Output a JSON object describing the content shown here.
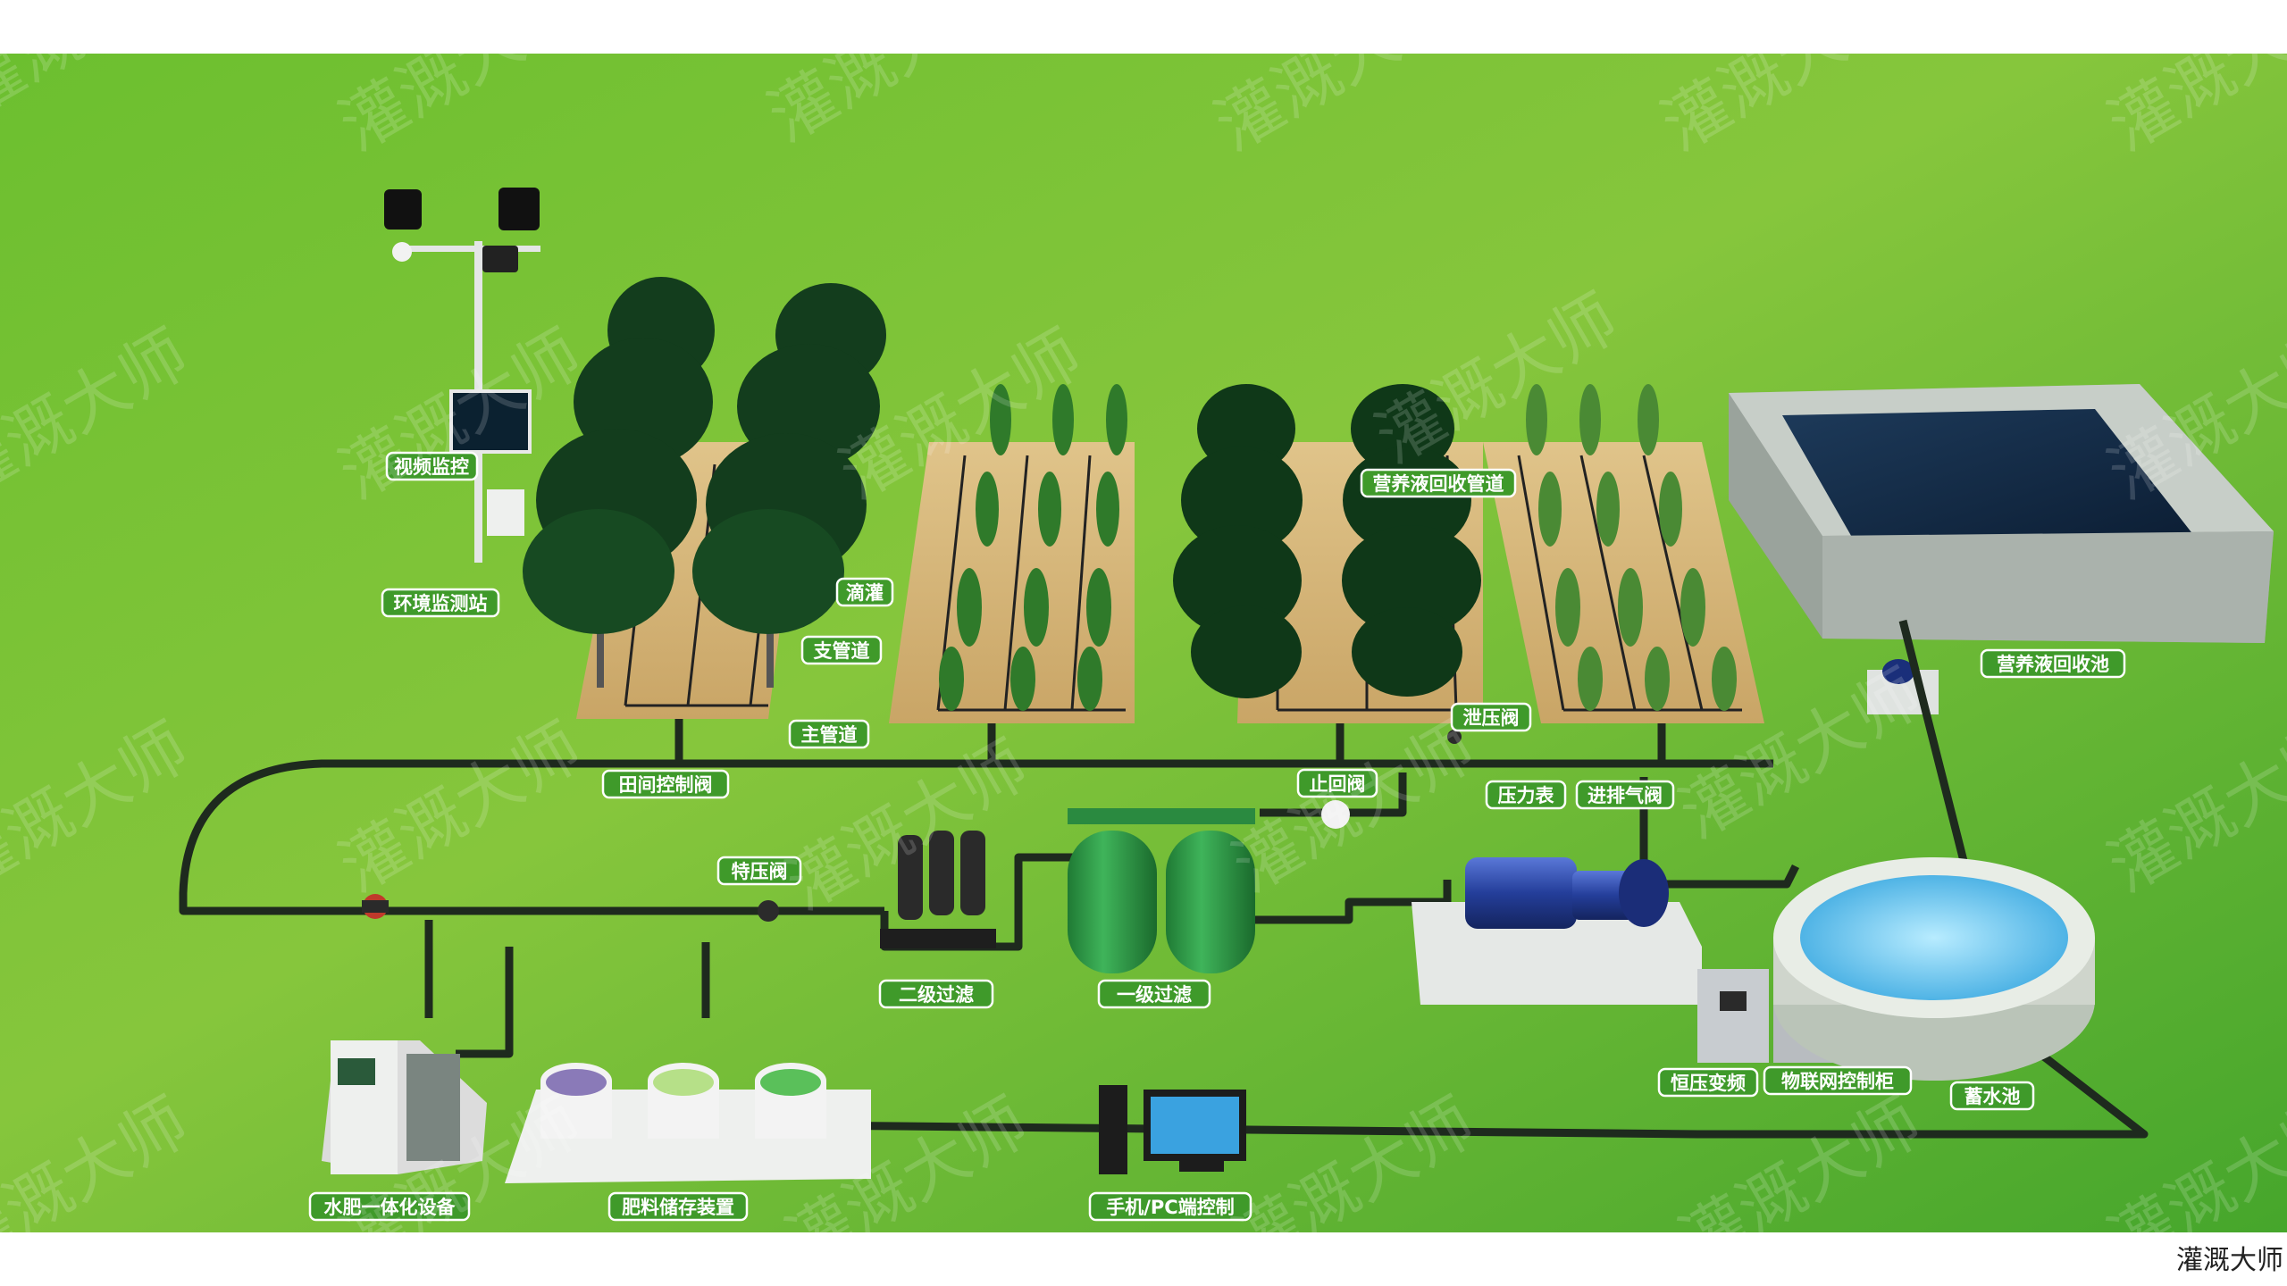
{
  "labels": {
    "video_monitoring": "视频监控",
    "env_station": "环境监测站",
    "drip": "滴灌",
    "branch_pipe": "支管道",
    "main_pipe": "主管道",
    "field_valve": "田间控制阀",
    "nutrient_return_pipe": "营养液回收管道",
    "relief_valve": "泄压阀",
    "check_valve": "止回阀",
    "pressure_gauge": "压力表",
    "air_valve": "进排气阀",
    "nutrient_pool": "营养液回收池",
    "special_valve": "特压阀",
    "filter2": "二级过滤",
    "filter1": "一级过滤",
    "vfd": "恒压变频",
    "iot_cabinet": "物联网控制柜",
    "reservoir": "蓄水池",
    "fertigation": "水肥一体化设备",
    "fert_storage": "肥料储存装置",
    "pc_control": "手机/PC端控制"
  },
  "watermark": "灌溉大师",
  "colors": {
    "grass_light": "#8cc63f",
    "grass_dark": "#3aa52a",
    "label_fill": "#3f9a2a",
    "pipe": "#1e2a1e",
    "tree_dark": "#123c1c",
    "soil": "#d6b67a",
    "water": "#64c8ef"
  }
}
